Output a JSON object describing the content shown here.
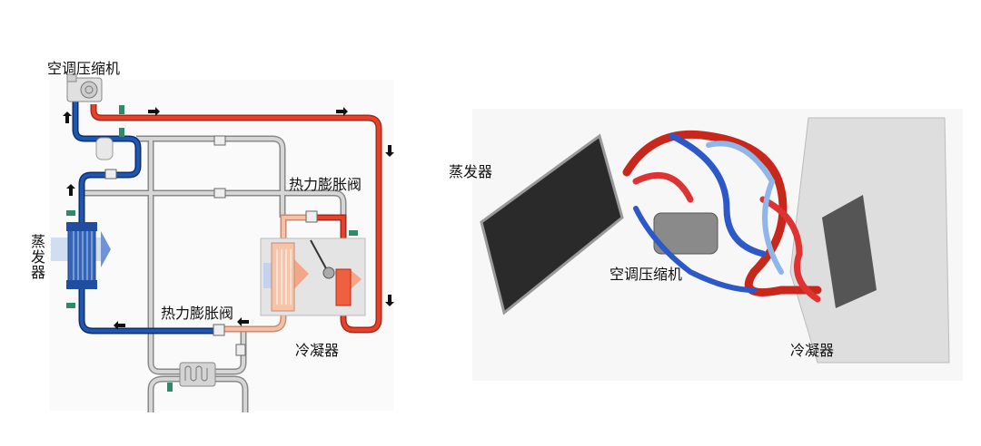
{
  "left_diagram": {
    "compressor_label": "空调压缩机",
    "evaporator_label": "蒸发器",
    "expansion_valve_top_label": "热力膨胀阀",
    "expansion_valve_bottom_label": "热力膨胀阀",
    "condenser_label": "冷凝器"
  },
  "right_photo": {
    "evaporator_label": "蒸发器",
    "compressor_label": "空调压缩机",
    "condenser_label": "冷凝器"
  },
  "colors": {
    "hot_pipe": "#e8412a",
    "cold_pipe": "#1f56b0",
    "neutral_pipe": "#c8c8c8",
    "warm_pipe": "#f4b59a"
  }
}
